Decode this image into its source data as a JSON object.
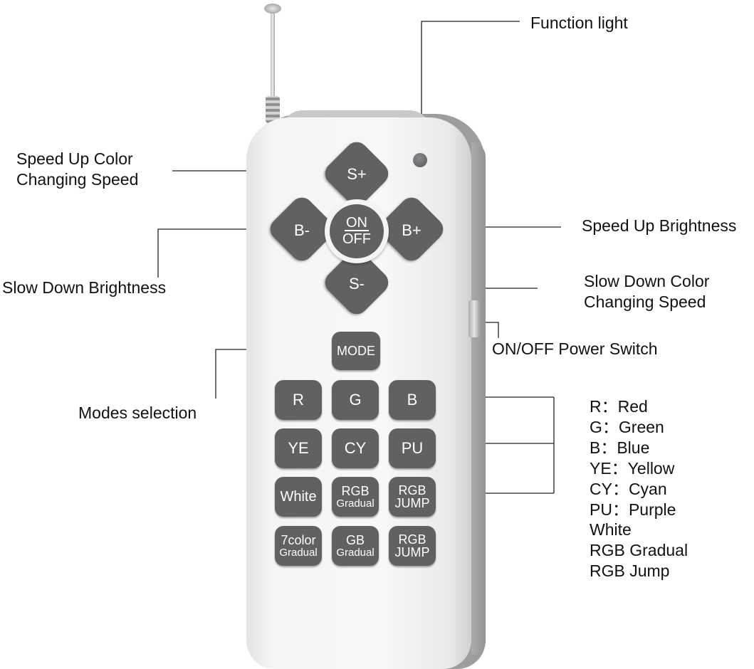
{
  "labels": {
    "function_light": "Function light",
    "speed_up_color_1": "Speed Up Color",
    "speed_up_color_2": "Changing Speed",
    "speed_up_brightness": "Speed Up Brightness",
    "slow_down_brightness": "Slow Down Brightness",
    "slow_down_color_1": "Slow Down Color",
    "slow_down_color_2": "Changing Speed",
    "power_switch": "ON/OFF Power Switch",
    "modes_selection": "Modes selection"
  },
  "legend": [
    "R：Red",
    "G：Green",
    "B：Blue",
    "YE：Yellow",
    "CY：Cyan",
    "PU：Purple",
    "White",
    "RGB Gradual",
    "RGB Jump"
  ],
  "remote": {
    "dpad": {
      "up": "S+",
      "down": "S-",
      "left": "B-",
      "right": "B+"
    },
    "onoff": {
      "top": "ON",
      "bottom": "OFF"
    },
    "mode": "MODE",
    "row1": [
      "R",
      "G",
      "B"
    ],
    "row2": [
      "YE",
      "CY",
      "PU"
    ],
    "white": "White",
    "rgb_gradual": {
      "l1": "RGB",
      "l2": "Gradual"
    },
    "rgb_jump_1": {
      "l1": "RGB",
      "l2": "JUMP"
    },
    "seven_color": {
      "l1": "7color",
      "l2": "Gradual"
    },
    "gb_gradual": {
      "l1": "GB",
      "l2": "Gradual"
    },
    "rgb_jump_2": {
      "l1": "RGB",
      "l2": "JUMP"
    }
  },
  "colors": {
    "button": "#5f6163",
    "remote_body": "#f4f5f6",
    "remote_edge": "#9b9d9f"
  }
}
